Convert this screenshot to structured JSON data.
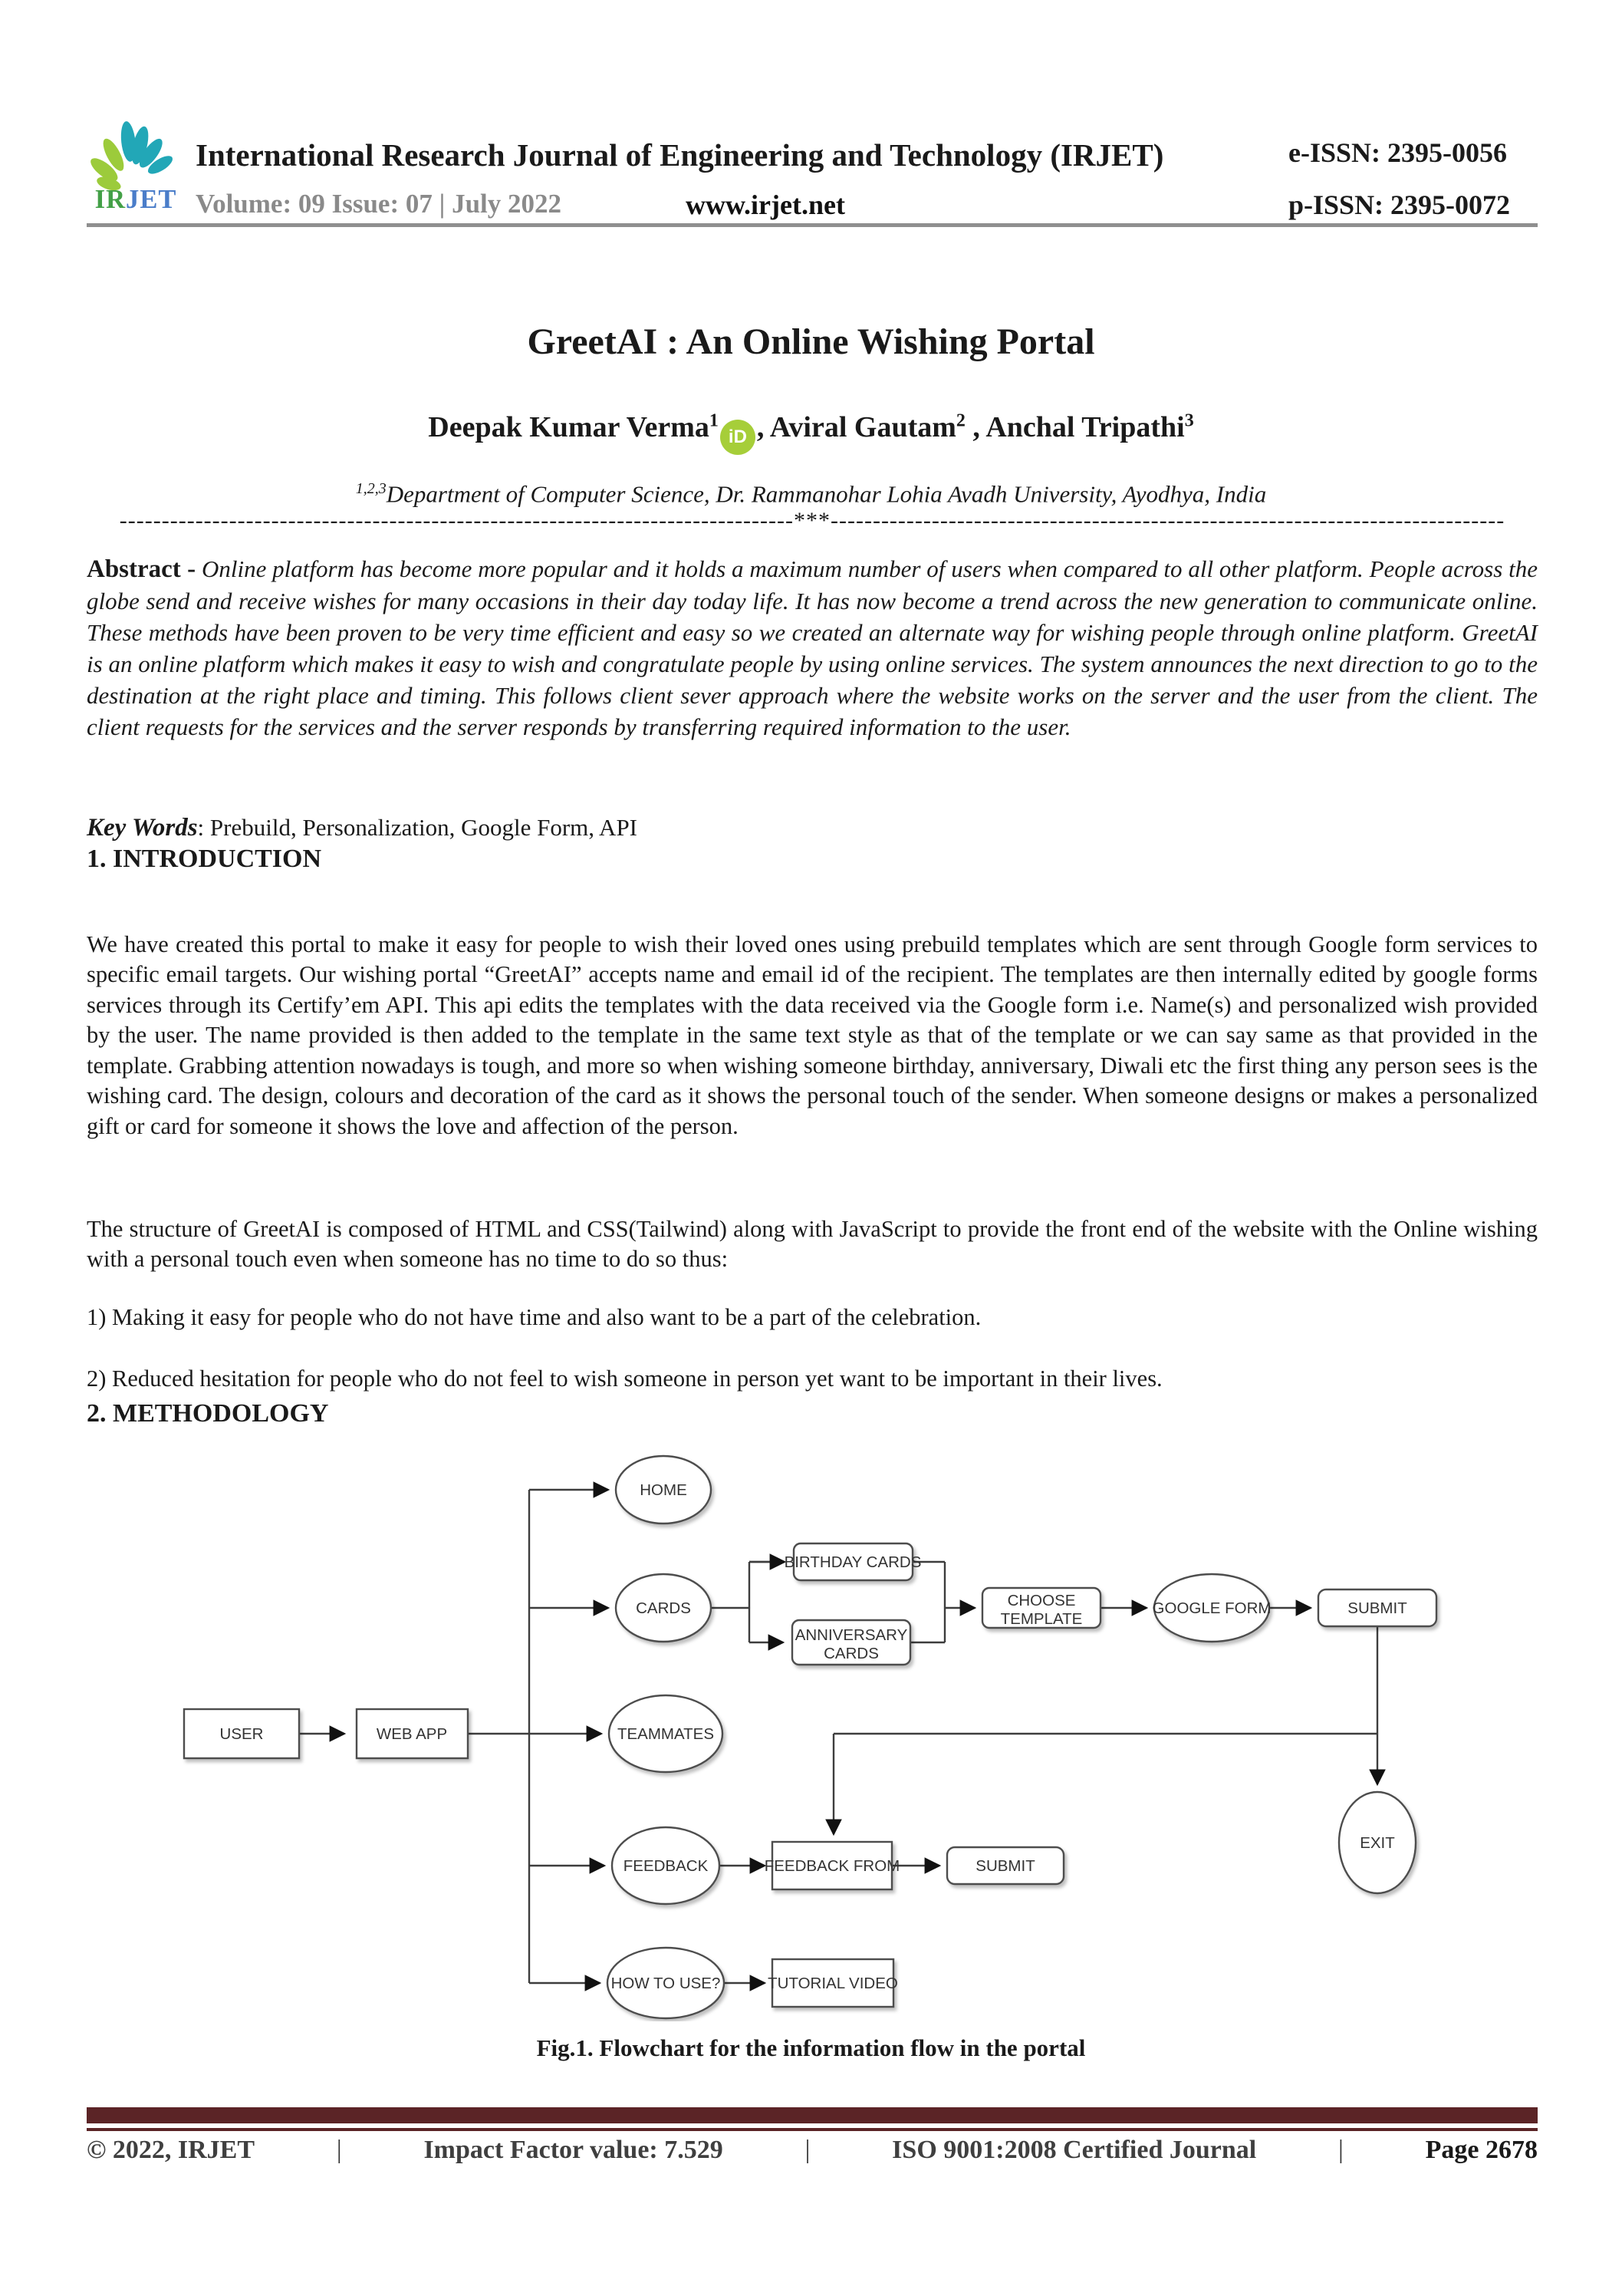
{
  "header": {
    "journal_title": "International Research Journal of Engineering and Technology (IRJET)",
    "volume_line": "Volume: 09 Issue: 07 | July 2022",
    "website": "www.irjet.net",
    "e_issn": "e-ISSN: 2395-0056",
    "p_issn": "p-ISSN: 2395-0072",
    "logo": {
      "ir": "IR",
      "jet": "JET"
    }
  },
  "article": {
    "title": "GreetAI : An Online Wishing Portal",
    "authors": [
      {
        "name": "Deepak Kumar Verma",
        "sup": "1"
      },
      {
        "name": ", Aviral Gautam",
        "sup": "2"
      },
      {
        "name": " , Anchal Tripathi",
        "sup": "3"
      }
    ],
    "orcid_label": "iD",
    "affiliation_sup": "1,2,3",
    "affiliation": "Department of Computer Science, Dr. Rammanohar Lohia Avadh University, Ayodhya, India"
  },
  "divider": {
    "dashes_left": "--------------------------------------------------------------------------------",
    "star": "***",
    "dashes_right": "--------------------------------------------------------------------------------"
  },
  "abstract": {
    "label": "Abstract -",
    "text": " Online platform has become more popular and it holds a maximum number of users when compared to all other platform. People across the globe send and receive wishes for many occasions in their day today life. It has now become a trend across the new generation to communicate online. These methods have been proven to be very time efficient and easy so we created an alternate way for wishing people through online platform. GreetAI is an online platform which makes it easy to wish and congratulate people by using online services. The system announces the next direction to go to the destination at the right place and timing. This follows client sever approach where the website works on the server and the user from the client. The client requests for the services and the server responds by transferring required information to the user."
  },
  "keywords": {
    "label": "Key Words",
    "text": ": Prebuild, Personalization, Google Form, API"
  },
  "sections": {
    "introduction": {
      "heading": "1. INTRODUCTION",
      "p1": "We have created this portal to make it easy for people to wish their loved ones using prebuild templates which are sent through Google form services to specific email targets. Our wishing portal “GreetAI” accepts name and email id of the recipient. The templates are then internally edited by google forms services through its Certify’em API. This api edits the templates with the data received via the Google form i.e. Name(s) and personalized wish provided by the user. The name provided is then added to the template in the same text style as that of the template or we can say same as that provided in the template. Grabbing attention nowadays is tough, and more so when wishing someone birthday, anniversary, Diwali etc the first thing any person sees is the wishing card. The design, colours and decoration of the card as it shows the personal touch of the sender. When someone designs or makes a personalized gift or card for someone it shows the love and affection of the person.",
      "p2": "The structure of GreetAI is composed of HTML and CSS(Tailwind) along with JavaScript to provide the front end of the website with the Online wishing with a personal touch even when someone has no time to do so thus:",
      "item1": "1) Making it easy for people who do not have time and also want to be a part of the celebration.",
      "item2": "2) Reduced hesitation for people who do not feel to wish someone in person yet want to be important in their lives."
    },
    "methodology": {
      "heading": "2. METHODOLOGY"
    }
  },
  "flowchart": {
    "caption": "Fig.1. Flowchart for the information flow in the portal",
    "nodes": {
      "user": "USER",
      "web_app": "WEB APP",
      "home": "HOME",
      "cards": "CARDS",
      "birthday_cards": "BIRTHDAY CARDS",
      "anniversary_line1": "ANNIVERSARY",
      "anniversary_line2": "CARDS",
      "choose_line1": "CHOOSE",
      "choose_line2": "TEMPLATE",
      "google_form": "GOOGLE FORM",
      "submit_top": "SUBMIT",
      "teammates": "TEAMMATES",
      "feedback": "FEEDBACK",
      "feedback_from": "FEEDBACK FROM",
      "submit_bottom": "SUBMIT",
      "exit": "EXIT",
      "how_to_use": "HOW TO USE?",
      "tutorial_video": "TUTORIAL VIDEO"
    }
  },
  "footer": {
    "copyright": "© 2022, IRJET",
    "separator": "|",
    "impact_factor": "Impact Factor value: 7.529",
    "iso": "ISO 9001:2008 Certified Journal",
    "page": "Page 2678"
  },
  "colors": {
    "footer_maroon": "#5b2426",
    "orcid_green": "#a6ce39",
    "logo_leaf_green": "#9ccb3b",
    "logo_leaf_teal": "#22a7b7",
    "logo_ir_green": "#43a047",
    "logo_jet_blue": "#4a7dc9",
    "header_gray": "#8a8a8a"
  }
}
